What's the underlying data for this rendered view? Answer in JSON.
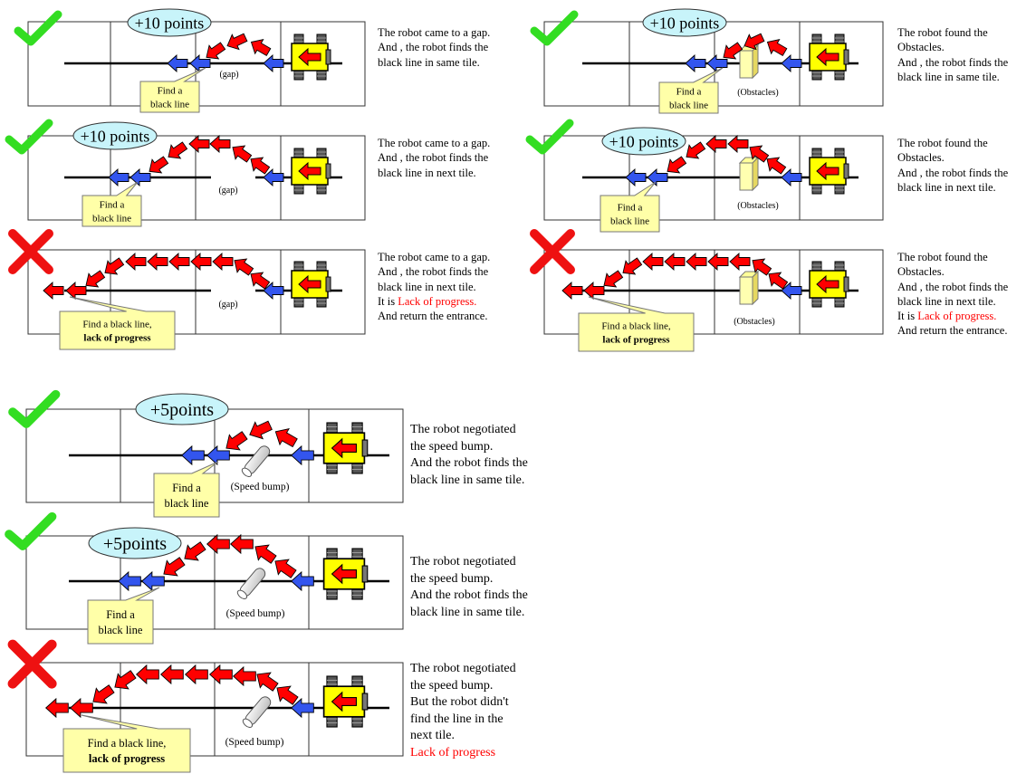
{
  "labels": {
    "find_line": [
      "Find a",
      "black line"
    ],
    "find_line_lop": [
      "Find a black line,",
      "lack of progress"
    ],
    "gap": "(gap)",
    "obstacles": "(Obstacles)",
    "speed_bump": "(Speed bump)",
    "points_10": "+10 points",
    "points_5": "+5points"
  },
  "colors": {
    "check": "#33dd22",
    "cross": "#ee1111",
    "arrow_red": "#ff0000",
    "arrow_blue": "#3355ee",
    "robot_body": "#ffff00",
    "callout_fill": "#ffffa8",
    "points_fill": "#c8f4fa"
  },
  "scenarios": [
    {
      "result": "success",
      "obstacle": "gap",
      "points": "+10 points",
      "callout": "Find a black line",
      "description": [
        "The robot came to a gap.",
        "And , the robot finds the",
        "black line in same tile."
      ]
    },
    {
      "result": "success",
      "obstacle": "gap",
      "points": "+10 points",
      "callout": "Find a black line",
      "description": [
        "The robot came to a gap.",
        "And , the robot finds the",
        "black line in next tile."
      ]
    },
    {
      "result": "fail",
      "obstacle": "gap",
      "points": "",
      "callout": "Find a black line, lack of progress",
      "description": [
        "The robot came to a gap.",
        "And , the robot finds the",
        "black line in next tile.",
        "It is |Lack of progress.",
        "And return the entrance."
      ]
    },
    {
      "result": "success",
      "obstacle": "obstacles",
      "points": "+10 points",
      "callout": "Find a black line",
      "description": [
        "The robot found the",
        "Obstacles.",
        "And , the robot finds the",
        "black line in same tile."
      ]
    },
    {
      "result": "success",
      "obstacle": "obstacles",
      "points": "+10 points",
      "callout": "Find a black line",
      "description": [
        "The robot found the",
        "Obstacles.",
        "And , the robot finds the",
        "black line in next tile."
      ]
    },
    {
      "result": "fail",
      "obstacle": "obstacles",
      "points": "",
      "callout": "Find a black line, lack of progress",
      "description": [
        "The robot found the",
        "Obstacles.",
        "And , the robot finds the",
        "black line in next tile.",
        "It is |Lack of progress.",
        "And return the entrance."
      ]
    },
    {
      "result": "success",
      "obstacle": "speed bump",
      "points": "+5points",
      "callout": "Find a black line",
      "description": [
        "The robot negotiated",
        "the speed bump.",
        "And the robot finds the",
        "black line in same tile."
      ]
    },
    {
      "result": "success",
      "obstacle": "speed bump",
      "points": "+5points",
      "callout": "Find a black line",
      "description": [
        "The robot negotiated",
        "the speed bump.",
        "And the robot finds the",
        "black line in same tile."
      ]
    },
    {
      "result": "fail",
      "obstacle": "speed bump",
      "points": "",
      "callout": "Find a black line, lack of progress",
      "description": [
        "The robot negotiated",
        "the speed bump.",
        "But the robot didn't",
        "find the line in the",
        "next tile.",
        "|Lack of progress"
      ]
    }
  ]
}
